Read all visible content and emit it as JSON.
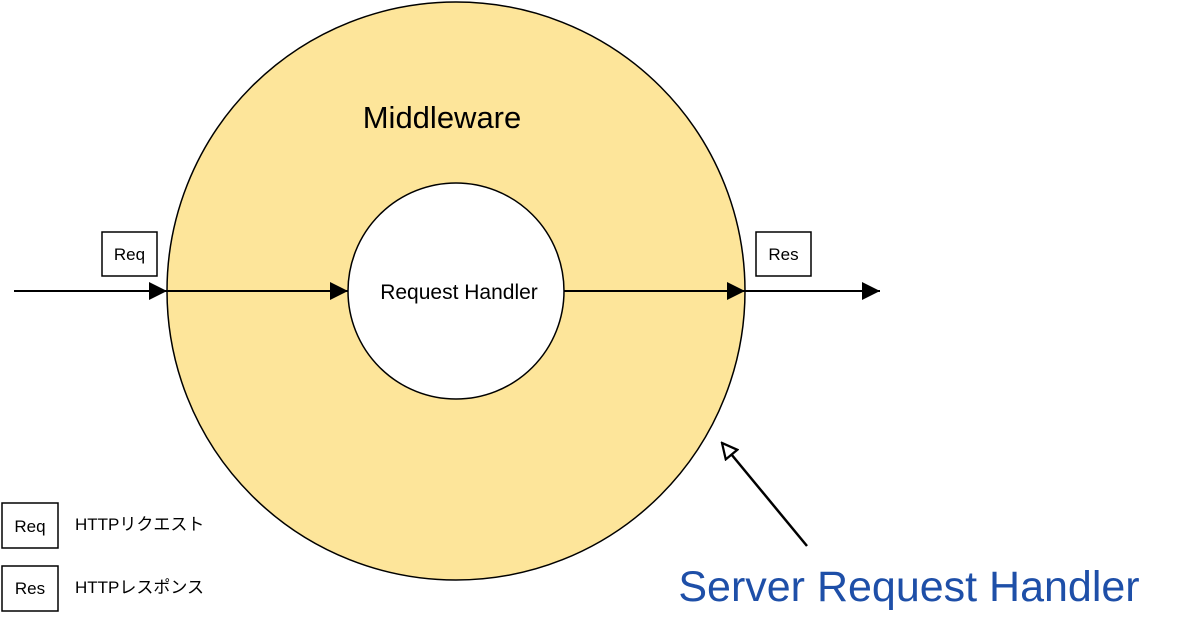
{
  "diagram": {
    "outer_circle_label": "Middleware",
    "inner_circle_label": "Request Handler",
    "input_tag": "Req",
    "output_tag": "Res",
    "callout_label": "Server Request Handler",
    "legend": [
      {
        "key": "Req",
        "description": "HTTPリクエスト"
      },
      {
        "key": "Res",
        "description": "HTTPレスポンス"
      }
    ]
  },
  "colors": {
    "outer_fill": "#FDE59A",
    "stroke": "#000000",
    "callout_text": "#1E4FA8",
    "background": "#FFFFFF"
  }
}
